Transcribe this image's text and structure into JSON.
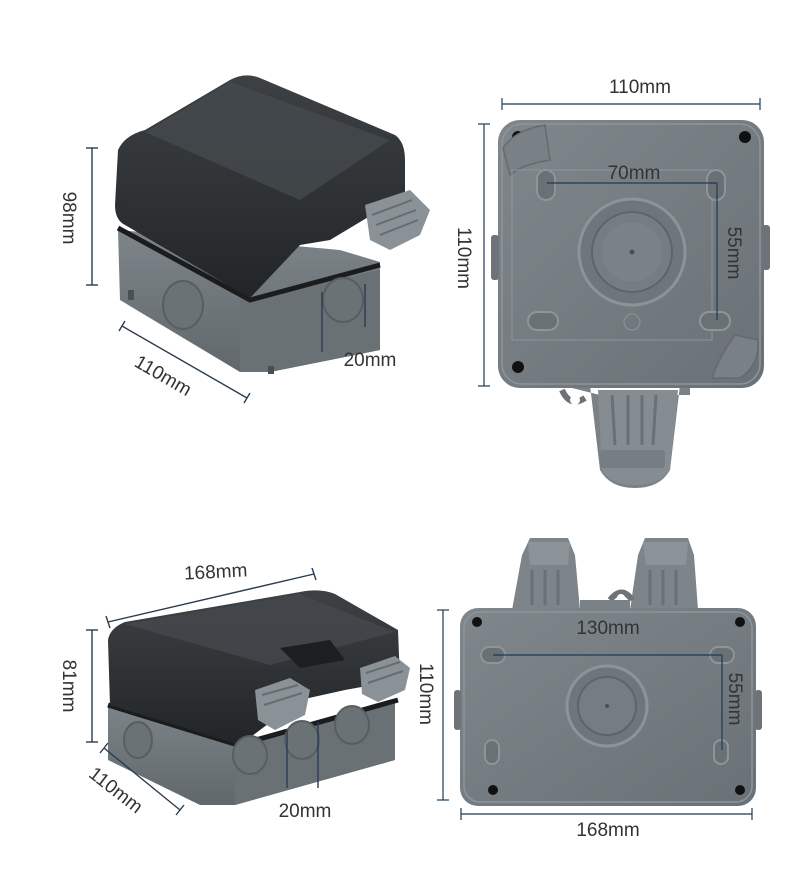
{
  "colors": {
    "box_gray": "#737b80",
    "box_gray_dark": "#5f6569",
    "lid_black": "#2c2f31",
    "dim_line": "#1e3a52",
    "text": "#333333"
  },
  "single_box": {
    "height_label": "98mm",
    "depth_label": "110mm",
    "hole_label": "20mm"
  },
  "single_back": {
    "width_label": "110mm",
    "height_label": "110mm",
    "hole_spacing_h": "70mm",
    "hole_spacing_v": "55mm"
  },
  "double_box": {
    "width_label": "168mm",
    "height_label": "81mm",
    "depth_label": "110mm",
    "hole_label": "20mm"
  },
  "double_back": {
    "height_label": "110mm",
    "width_label": "168mm",
    "hole_spacing_h": "130mm",
    "hole_spacing_v": "55mm"
  }
}
